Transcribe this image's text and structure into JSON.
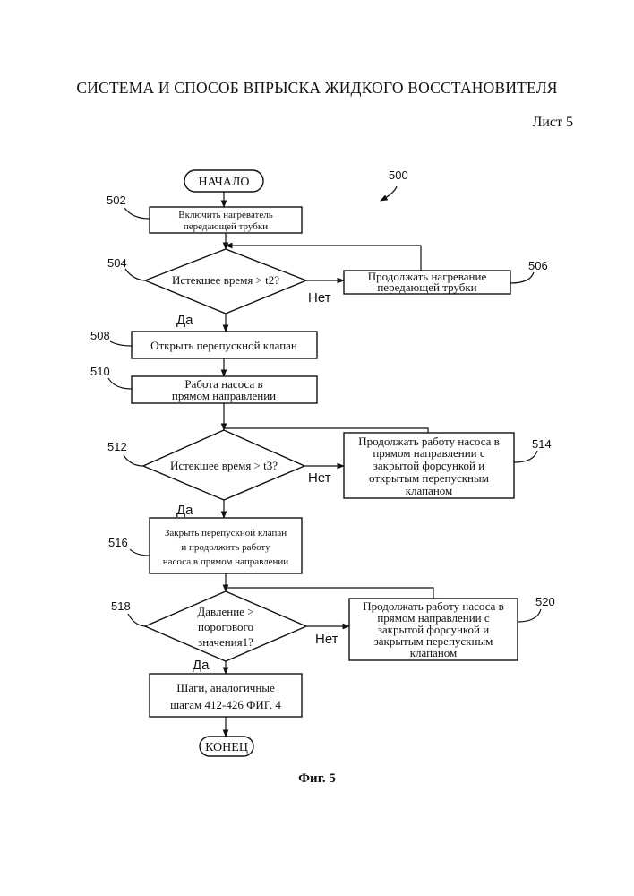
{
  "header": {
    "title": "СИСТЕМА И СПОСОБ ВПРЫСКА ЖИДКОГО ВОССТАНОВИТЕЛЯ",
    "sheet": "Лист 5"
  },
  "diagram": {
    "ref": "500",
    "start": "НАЧАЛО",
    "end": "КОНЕЦ",
    "steps": {
      "s502": {
        "ref": "502",
        "line1": "Включить нагреватель",
        "line2": "передающей трубки"
      },
      "s504": {
        "ref": "504",
        "text": "Истекшее время > t2?",
        "no": "Нет",
        "yes": "Да"
      },
      "s506": {
        "ref": "506",
        "line1": "Продолжать нагревание",
        "line2": "передающей трубки"
      },
      "s508": {
        "ref": "508",
        "text": "Открыть перепускной клапан"
      },
      "s510": {
        "ref": "510",
        "line1": "Работа насоса в",
        "line2": "прямом направлении"
      },
      "s512": {
        "ref": "512",
        "text": "Истекшее время > t3?",
        "no": "Нет",
        "yes": "Да"
      },
      "s514": {
        "ref": "514",
        "line1": "Продолжать работу насоса в",
        "line2": "прямом направлении с",
        "line3": "закрытой форсункой и",
        "line4": "открытым перепускным",
        "line5": "клапаном"
      },
      "s516": {
        "ref": "516",
        "line1": "Закрыть перепускной клапан",
        "line2": "и продолжить работу",
        "line3": "насоса в прямом направлении"
      },
      "s518": {
        "ref": "518",
        "line1": "Давление >",
        "line2": "порогового",
        "line3": "значения1?",
        "no": "Нет",
        "yes": "Да"
      },
      "s520": {
        "ref": "520",
        "line1": "Продолжать работу насоса в",
        "line2": "прямом направлении с",
        "line3": "закрытой форсункой и",
        "line4": "закрытым перепускным",
        "line5": "клапаном"
      },
      "s_end": {
        "line1": "Шаги, аналогичные",
        "line2": "шагам 412-426 ФИГ. 4"
      }
    }
  },
  "figure": {
    "caption": "Фиг. 5"
  }
}
